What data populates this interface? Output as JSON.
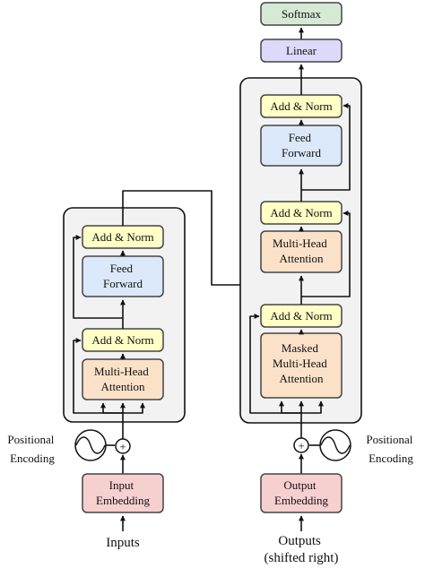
{
  "colors": {
    "stack_fill": "#f2f2f2",
    "add_norm": "#ffffc6",
    "feed_forward": "#dbe8f9",
    "attention": "#fbe1c8",
    "embedding": "#f6cfcf",
    "linear": "#dcd9fa",
    "softmax": "#d5ead5"
  },
  "encoder": {
    "add_norm_top": "Add & Norm",
    "feed_forward": [
      "Feed",
      "Forward"
    ],
    "add_norm_bottom": "Add & Norm",
    "attention": [
      "Multi-Head",
      "Attention"
    ]
  },
  "decoder": {
    "add_norm_top": "Add & Norm",
    "feed_forward": [
      "Feed",
      "Forward"
    ],
    "add_norm_mid": "Add & Norm",
    "cross_attention": [
      "Multi-Head",
      "Attention"
    ],
    "add_norm_bottom": "Add & Norm",
    "masked_attention": [
      "Masked",
      "Multi-Head",
      "Attention"
    ]
  },
  "output_head": {
    "linear": "Linear",
    "softmax": "Softmax"
  },
  "left_input": {
    "positional": [
      "Positional",
      "Encoding"
    ],
    "embedding": [
      "Input",
      "Embedding"
    ],
    "caption": "Inputs",
    "plus": "+"
  },
  "right_input": {
    "positional": [
      "Positional",
      "Encoding"
    ],
    "embedding": [
      "Output",
      "Embedding"
    ],
    "caption": [
      "Outputs",
      "(shifted right)"
    ],
    "plus": "+"
  }
}
